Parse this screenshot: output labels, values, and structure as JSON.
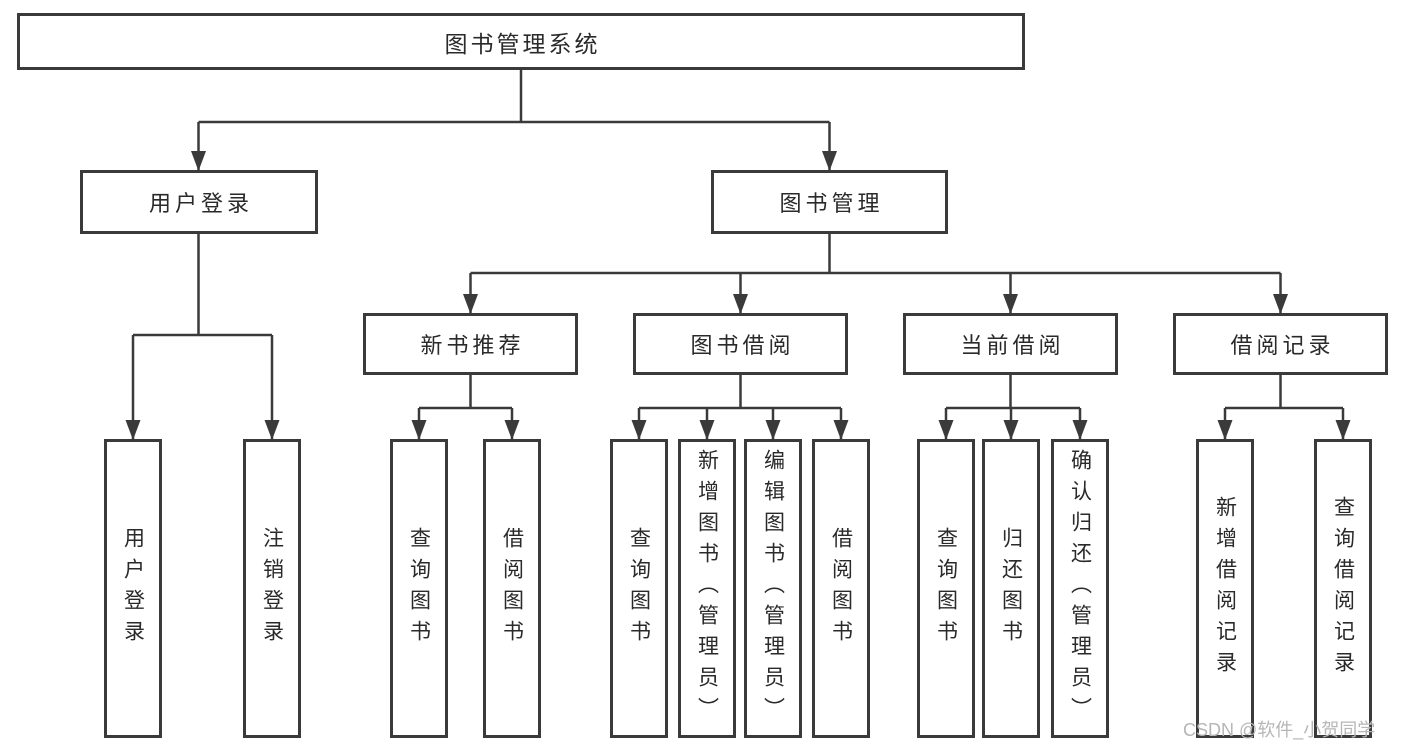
{
  "tree": {
    "root": "图书管理系统",
    "branches": [
      {
        "label": "用户登录",
        "leaves": [
          "用户登录",
          "注销登录"
        ]
      },
      {
        "label": "图书管理",
        "groups": [
          {
            "label": "新书推荐",
            "leaves": [
              "查询图书",
              "借阅图书"
            ]
          },
          {
            "label": "图书借阅",
            "leaves": [
              "查询图书",
              "新增图书（管理员）",
              "编辑图书（管理员）",
              "借阅图书"
            ]
          },
          {
            "label": "当前借阅",
            "leaves": [
              "查询图书",
              "归还图书",
              "确认归还（管理员）"
            ]
          },
          {
            "label": "借阅记录",
            "leaves": [
              "新增借阅记录",
              "查询借阅记录"
            ]
          }
        ]
      }
    ]
  },
  "watermark": {
    "text": "CSDN @软件_小贺同学"
  },
  "colors": {
    "line": "#3a3a3a",
    "text": "#2a2a2a",
    "watermark": "#b6b6b6",
    "background": "#ffffff"
  }
}
